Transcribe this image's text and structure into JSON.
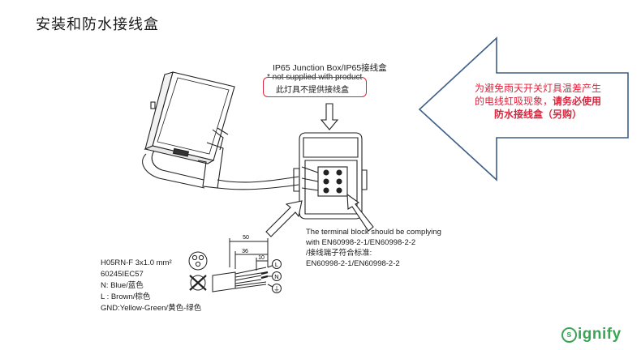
{
  "page_title": "安装和防水接线盒",
  "junction_box": {
    "title": "IP65 Junction Box/IP65接线盒",
    "note": "* not supplied with product",
    "cn_note": "此灯具不提供接线盒"
  },
  "callout": {
    "line1": "为避免雨天开关灯具温差产生",
    "line2_prefix": "的电线虹吸现象，",
    "line2_bold": "请务必使用",
    "line3_bold": "防水接线盒（另购）",
    "color": "#e0233d"
  },
  "terminal_block": {
    "line1": "The terminal block should be complying",
    "line2": "with EN60998-2-1/EN60998-2-2",
    "line3": "/接线端子符合标准:",
    "line4": "EN60998-2-1/EN60998-2-2"
  },
  "cable": {
    "line1": "H05RN-F 3x1.0 mm²",
    "line2": "60245IEC57",
    "line3": "N: Blue/蓝色",
    "line4": "L : Brown/棕色",
    "line5": "GND:Yellow-Green/黄色-绿色"
  },
  "dimensions": {
    "d50": "50",
    "d36": "36",
    "d10": "10"
  },
  "terminal_symbols": {
    "L": "L",
    "N": "N",
    "gnd": "⏚"
  },
  "logo": {
    "text": "ignify",
    "ring_letter": "s",
    "color": "#3aa655"
  }
}
